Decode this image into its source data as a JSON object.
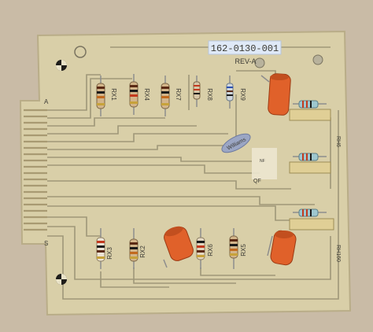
{
  "board": {
    "part_number": "162-0130-001",
    "revision": "REV-A",
    "edge_labels": {
      "top": "A",
      "bottom": "S"
    },
    "logo_text": "Williams",
    "resistor_labels": [
      "RX1",
      "RX4",
      "RX7",
      "RX8",
      "RX9",
      "RX3",
      "RX2",
      "RX6",
      "RX5"
    ],
    "right_labels": [
      "RH6",
      "RH160"
    ],
    "small_marks": [
      "QF",
      "NF"
    ]
  },
  "colors": {
    "background": "#c9bba6",
    "board": "#d9cfa8",
    "trace": "#8c8568",
    "copper": "#b59a6a",
    "capacitor": "#e0612a",
    "sticker": "#dfe9f7",
    "sticker_text": "#2b4fb0"
  }
}
